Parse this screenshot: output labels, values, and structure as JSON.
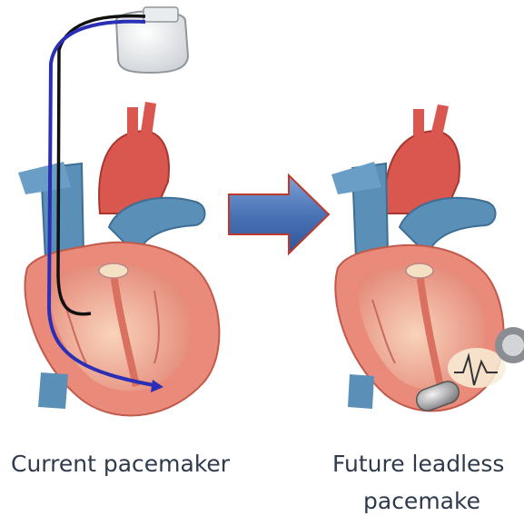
{
  "captions": {
    "left": "Current pacemaker",
    "right_line1": "Future leadless",
    "right_line2": "pacemake"
  },
  "icons": {
    "left_device": "pacemaker-generator-icon",
    "left_heart": "heart-cross-section-icon",
    "arrow": "right-arrow-icon",
    "right_heart": "heart-cross-section-icon",
    "right_device": "leadless-pacemaker-capsule-icon"
  },
  "colors": {
    "heart_outer": "#e98a7a",
    "heart_inner": "#f6c3a8",
    "vessel_blue": "#5a8fb8",
    "aorta_red": "#d9574f",
    "lead_blue": "#2a2fb6",
    "lead_black": "#111111",
    "arrow_fill": "#4a73b5",
    "arrow_edge": "#c0392b",
    "device_silver": "#dfe3e6"
  }
}
